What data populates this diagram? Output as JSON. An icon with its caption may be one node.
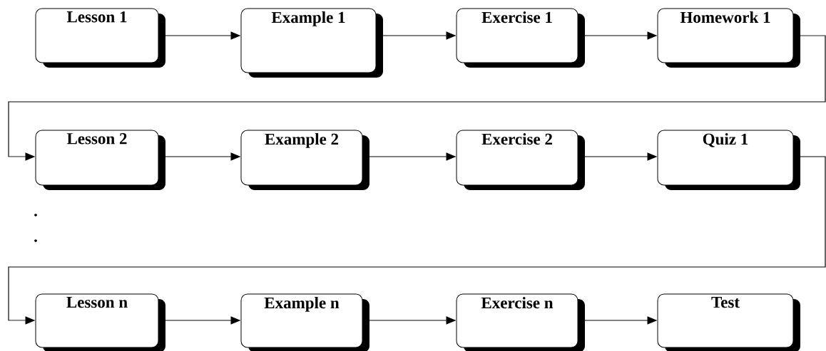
{
  "diagram": {
    "nodes": [
      {
        "text": [
          "Lesson 1"
        ]
      },
      {
        "text": [
          "Example 1"
        ]
      },
      {
        "text": [
          "Exercise 1"
        ]
      },
      {
        "text": [
          "Homework 1"
        ]
      },
      {
        "text": [
          "Lesson 2"
        ]
      },
      {
        "text": [
          "Example 2"
        ]
      },
      {
        "text": [
          "Exercise 2"
        ]
      },
      {
        "text": [
          "Quiz 1"
        ]
      },
      {
        "text": [
          "Lesson n"
        ]
      },
      {
        "text": [
          "Example n"
        ]
      },
      {
        "text": [
          "Exercise n"
        ]
      },
      {
        "text": [
          "Test"
        ]
      }
    ],
    "edges": [
      {
        "from": 0,
        "to": 1,
        "arrow": "to"
      },
      {
        "from": 1,
        "to": 2,
        "arrow": "to"
      },
      {
        "from": 2,
        "to": 3,
        "arrow": "to"
      },
      {
        "from": 3,
        "to": 4,
        "arrow": "to"
      },
      {
        "from": 4,
        "to": 5,
        "arrow": "to"
      },
      {
        "from": 5,
        "to": 6,
        "arrow": "to"
      },
      {
        "from": 6,
        "to": 7,
        "arrow": "to"
      },
      {
        "from": 7,
        "to": 8,
        "arrow": "to"
      },
      {
        "from": 8,
        "to": 9,
        "arrow": "to"
      },
      {
        "from": 9,
        "to": 10,
        "arrow": "to"
      },
      {
        "from": 10,
        "to": 11,
        "arrow": "to"
      }
    ],
    "labels": [
      ".",
      "."
    ]
  }
}
